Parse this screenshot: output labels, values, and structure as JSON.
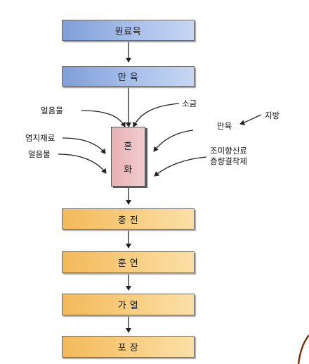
{
  "steps": {
    "s1": "원료육",
    "s2": "만 육",
    "mix_top": "혼",
    "mix_bottom": "화",
    "s4": "충 전",
    "s5": "훈 연",
    "s6": "가 열",
    "s7": "포 장"
  },
  "inputs": {
    "ice_water_top": "얼음물",
    "salt": "소금",
    "ground_meat": "만육",
    "fat": "지방",
    "curing_agent": "염지재료",
    "ice_water_bottom": "얼음물",
    "seasoning_line1": "조미향신료",
    "seasoning_line2": "증량결착제"
  }
}
